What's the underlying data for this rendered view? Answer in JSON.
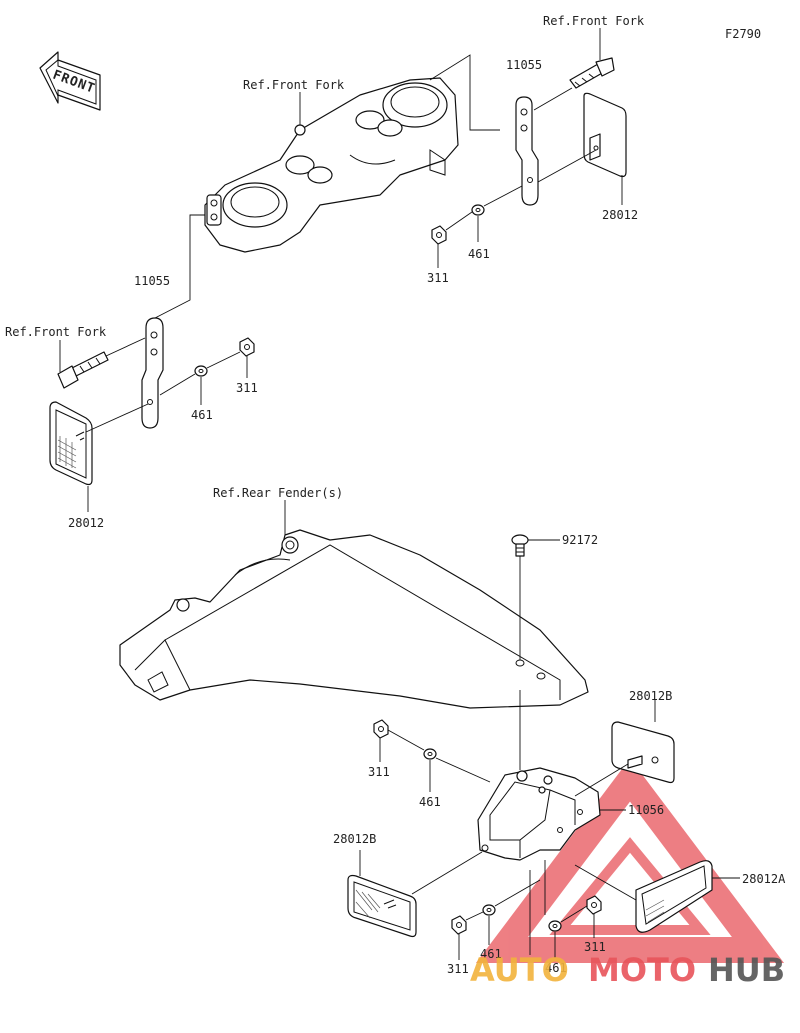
{
  "figure_code": "F2790",
  "direction_label": "FRONT",
  "references": {
    "front_fork_top": "Ref.Front Fork",
    "front_fork_mid": "Ref.Front Fork",
    "front_fork_left": "Ref.Front Fork",
    "rear_fender": "Ref.Rear Fender(s)"
  },
  "part_numbers": {
    "bracket_right": "11055",
    "bracket_left": "11055",
    "reflector_right": "28012",
    "reflector_left": "28012",
    "washer_right": "461",
    "washer_left": "461",
    "nut_right": "311",
    "nut_left": "311",
    "screw": "92172",
    "reflector_rear_top": "28012B",
    "reflector_rear_left": "28012B",
    "reflector_rear_a": "28012A",
    "bracket_rear": "11056",
    "nut_rear_1": "311",
    "washer_rear_1": "461",
    "nut_rear_2": "311",
    "washer_rear_2": "461",
    "nut_rear_3": "311",
    "washer_rear_3": "461"
  },
  "watermark": {
    "part1": "AUTO",
    "part2": "MOTO",
    "part3": "HUB",
    "colors": {
      "auto": "#f2b33d",
      "moto": "#e8545a",
      "hub": "#555555",
      "triangle": "#e8545a"
    }
  }
}
